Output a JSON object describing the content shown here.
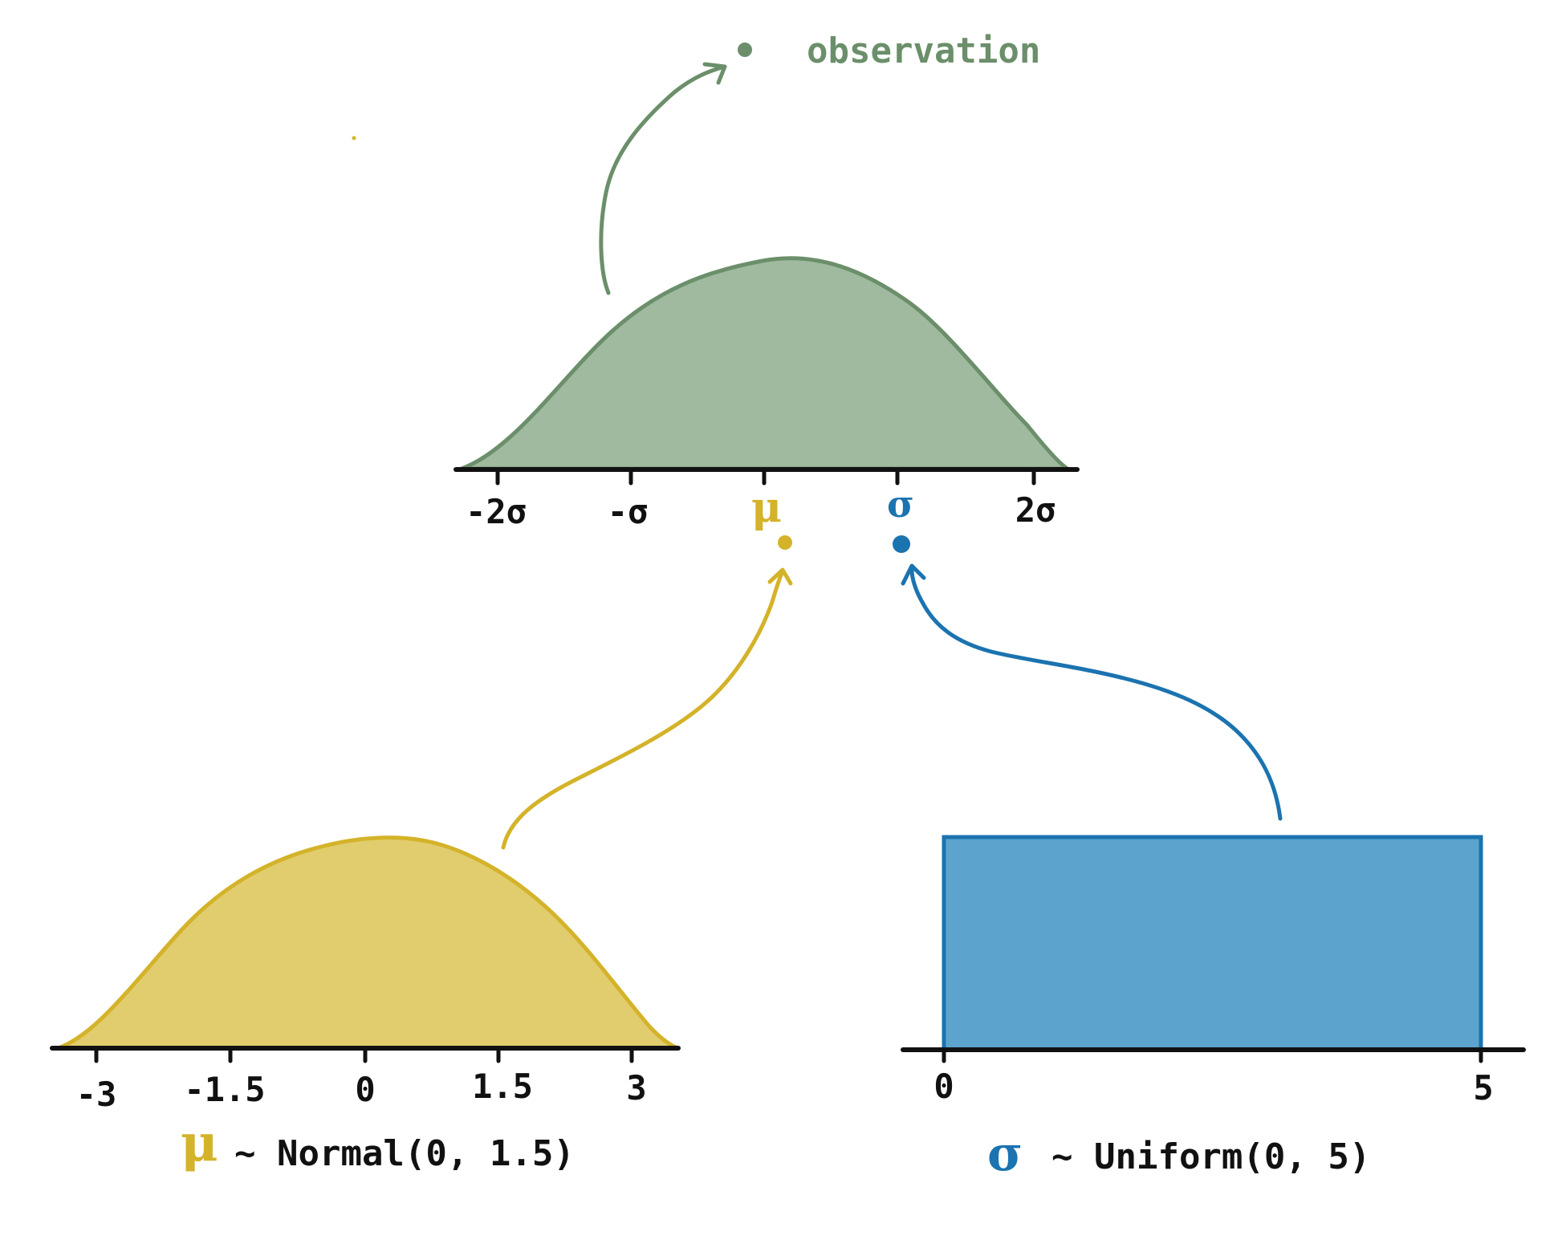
{
  "colors": {
    "observation": "#6b8f6a",
    "observation_fill": "#9fba9e",
    "mu": "#d4b32a",
    "mu_fill": "#e1cd6e",
    "sigma": "#1b73b0",
    "sigma_fill": "#5ca4cd",
    "axis": "#111111"
  },
  "observation": {
    "label": "observation",
    "axis_ticks": [
      "-2σ",
      "-σ",
      "μ",
      "σ",
      "2σ"
    ]
  },
  "mu_prior": {
    "symbol": "μ",
    "caption": "~ Normal(0, 1.5)",
    "axis_ticks": [
      "-3",
      "-1.5",
      "0",
      "1.5",
      "3"
    ]
  },
  "sigma_prior": {
    "symbol": "σ",
    "caption": "~ Uniform(0, 5)",
    "axis_ticks": [
      "0",
      "5"
    ]
  }
}
